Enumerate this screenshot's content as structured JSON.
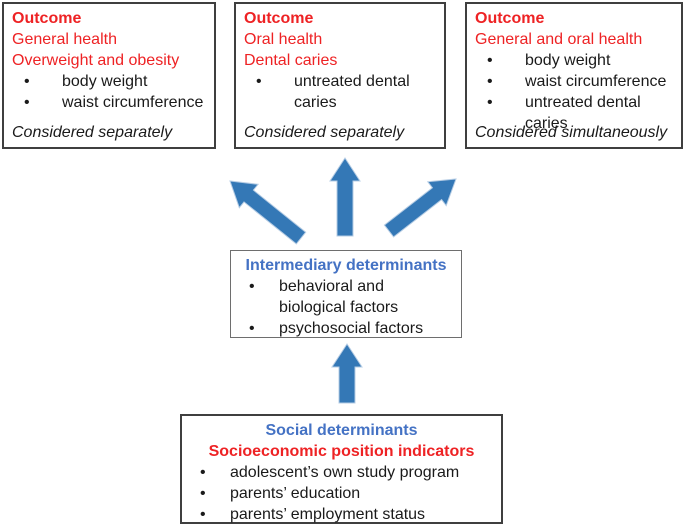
{
  "ui": {
    "bullet_char": "•"
  },
  "colors": {
    "red": "#ee2224",
    "blue": "#4472c4",
    "arrow": "#3478b6",
    "text": "#1a1a1a",
    "border": "#3f3f3f"
  },
  "boxes": {
    "outcome_general": {
      "title": "Outcome",
      "line1": "General health",
      "line2": "Overweight and obesity",
      "bullets": [
        "body weight",
        "waist circumference"
      ],
      "note": "Considered separately"
    },
    "outcome_oral": {
      "title": "Outcome",
      "line1": "Oral health",
      "line2": "Dental caries",
      "bullets": [
        "untreated dental caries"
      ],
      "note": "Considered separately"
    },
    "outcome_combined": {
      "title": "Outcome",
      "line1": "General and oral health",
      "bullets": [
        "body weight",
        "waist circumference",
        "untreated dental caries"
      ],
      "note": "Considered simultaneously"
    },
    "intermediary": {
      "title": "Intermediary determinants",
      "bullets": [
        "behavioral and biological factors",
        "psychosocial factors"
      ]
    },
    "social": {
      "title": "Social determinants",
      "subtitle": "Socioeconomic position indicators",
      "bullets": [
        "adolescent’s own study program",
        "parents’ education",
        "parents’ employment status"
      ]
    }
  }
}
